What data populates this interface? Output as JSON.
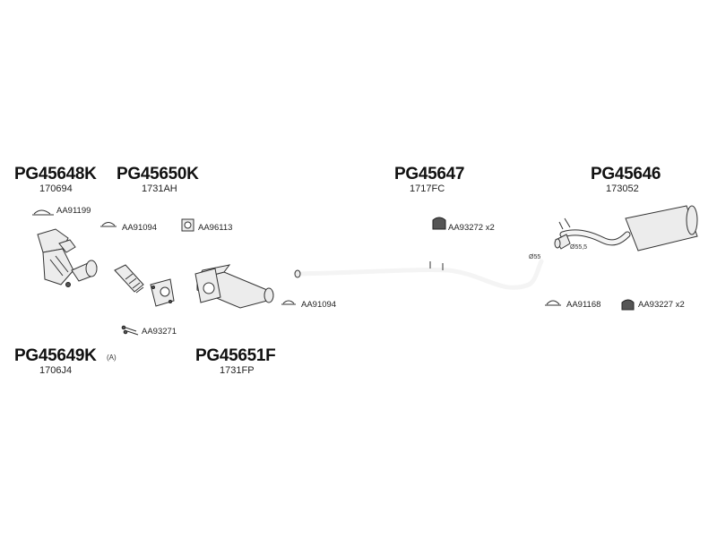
{
  "groups": {
    "g1": {
      "code": "PG45648K",
      "ref": "170694"
    },
    "g2": {
      "code": "PG45650K",
      "ref": "1731AH"
    },
    "g3": {
      "code": "PG45647",
      "ref": "1717FC"
    },
    "g4": {
      "code": "PG45646",
      "ref": "173052"
    },
    "g5": {
      "code": "PG45649K",
      "note": "(A)",
      "ref": "1706J4"
    },
    "g6": {
      "code": "PG45651F",
      "ref": "1731FP"
    }
  },
  "parts": {
    "p1": "AA91199",
    "p2": "AA91094",
    "p3": "AA96113",
    "p4": "AA93272 x2",
    "p5": "AA91094",
    "p6": "AA93271",
    "p7": "AA91168",
    "p8": "AA93227 x2"
  },
  "dimensions": {
    "d1": "Ø55",
    "d2": "Ø55,5"
  }
}
